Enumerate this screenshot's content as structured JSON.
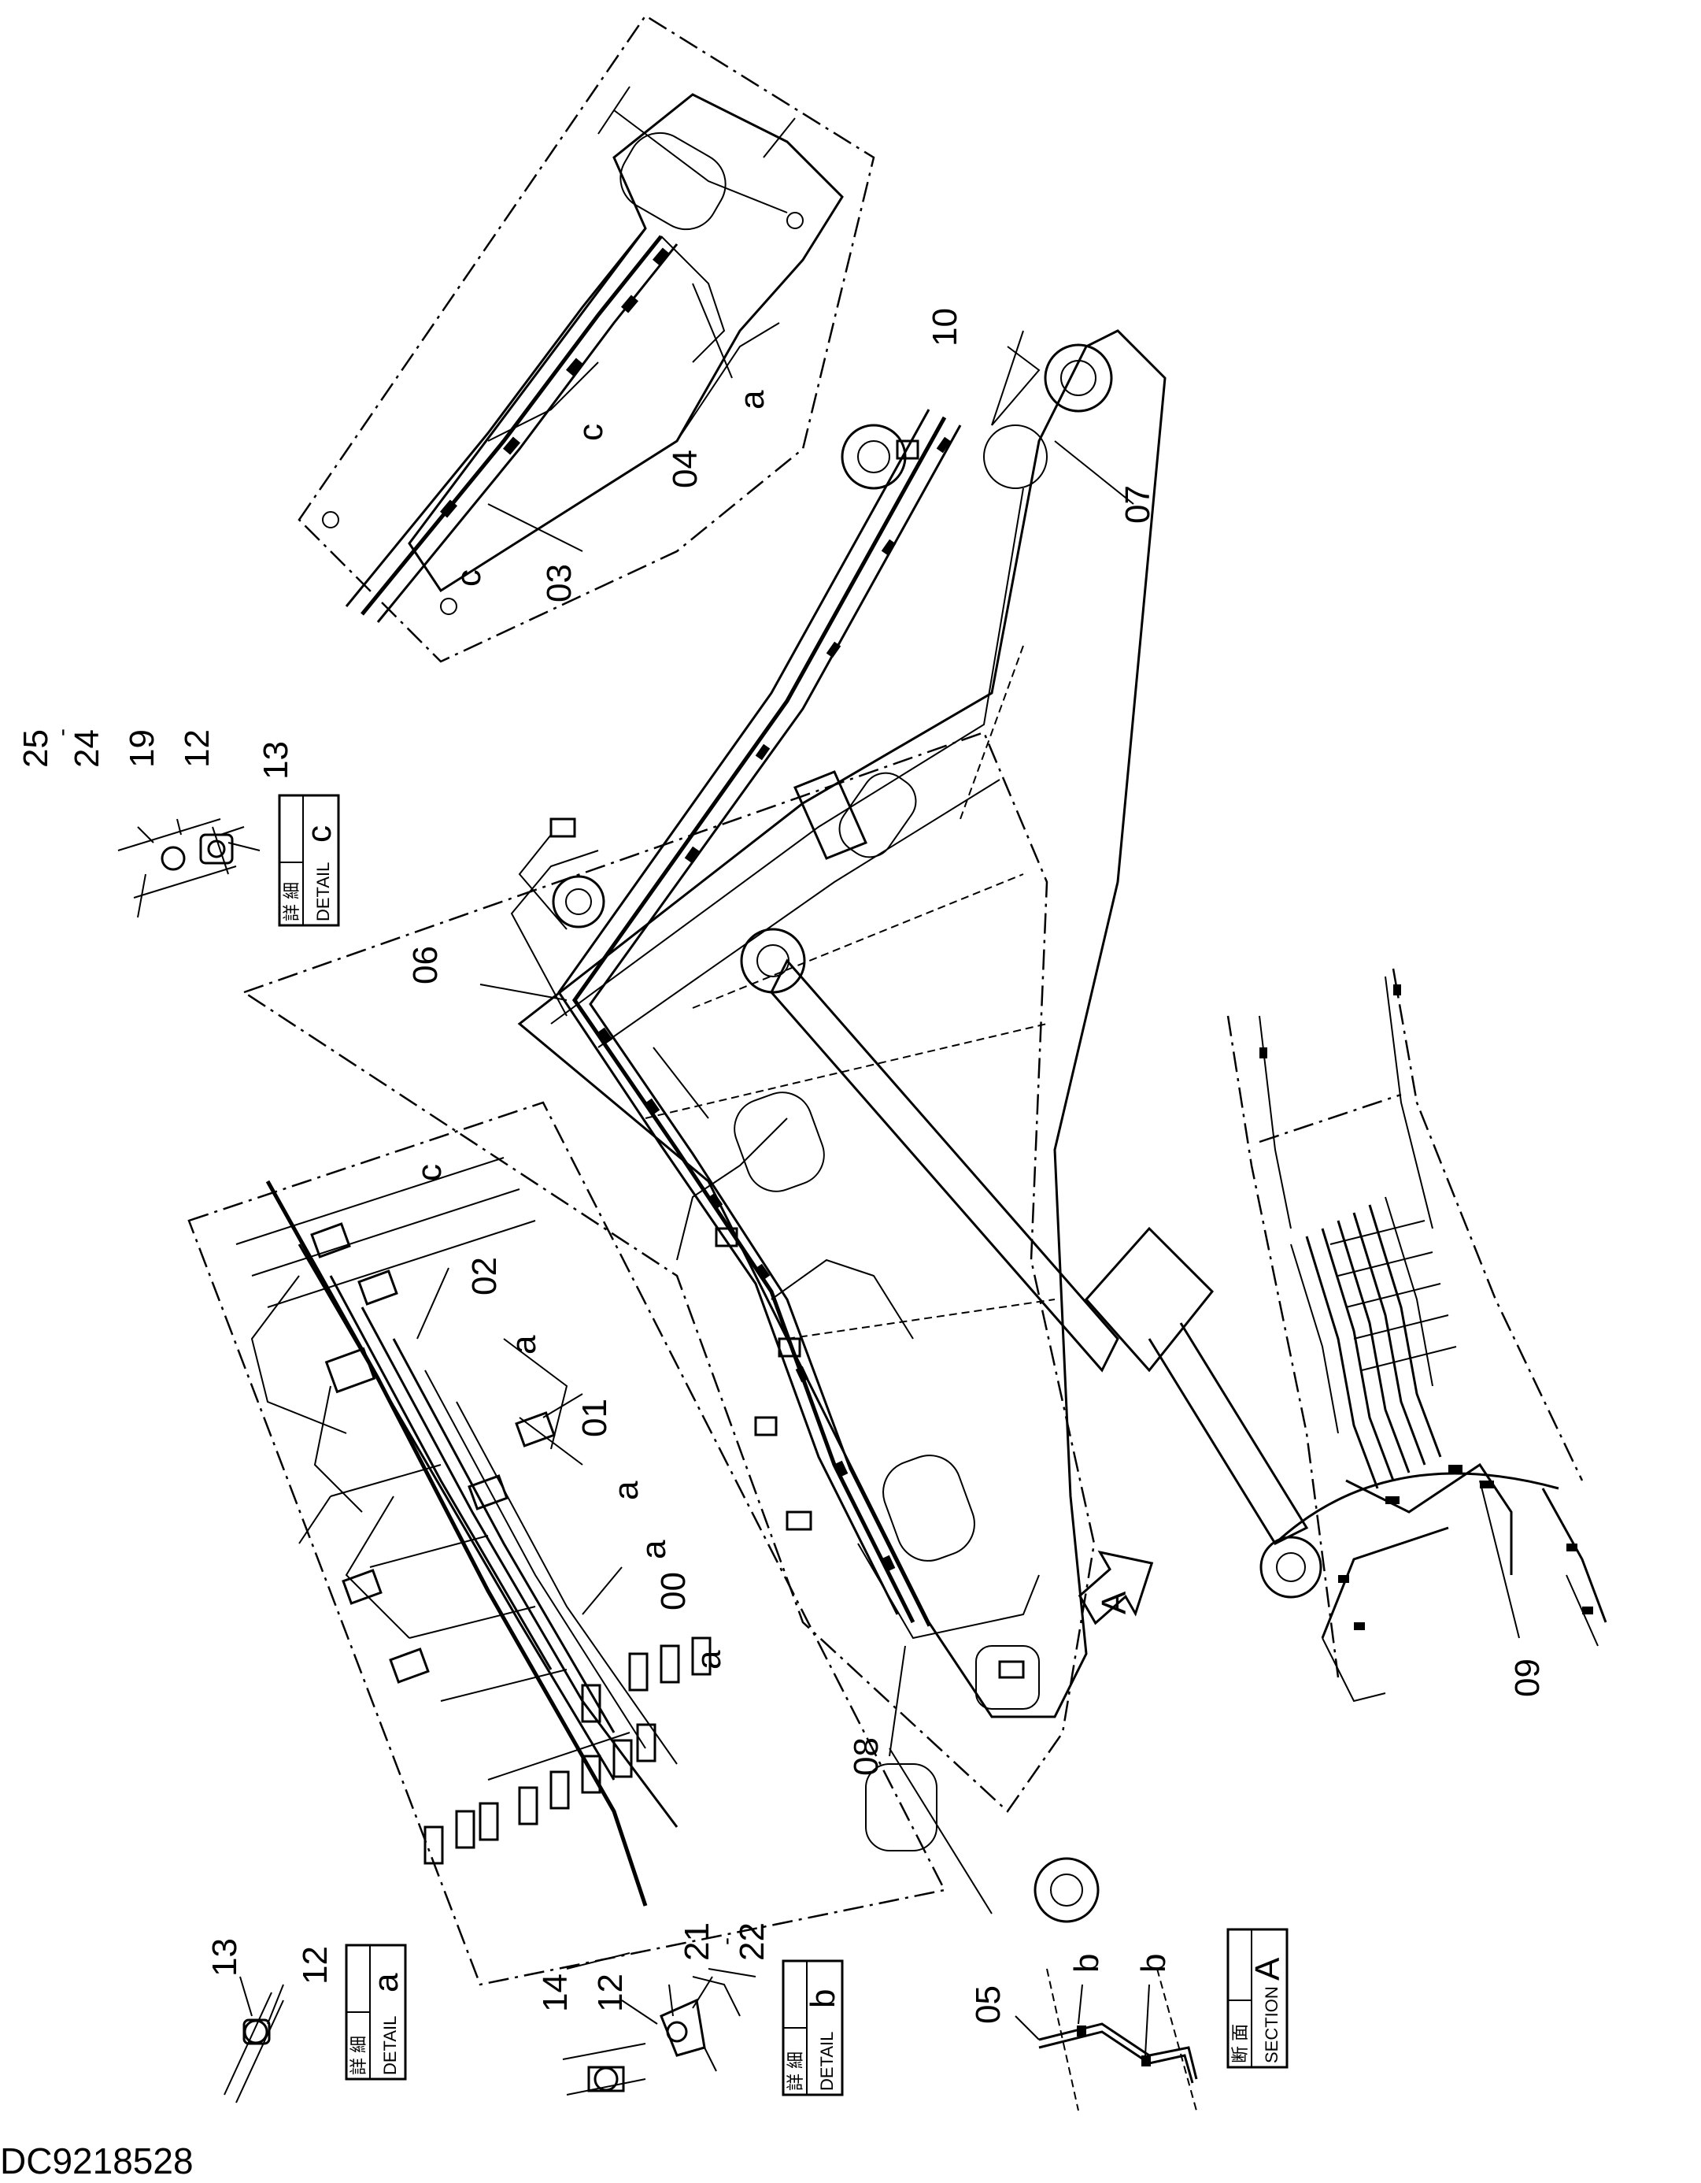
{
  "drawing_code": "DC9218528",
  "part_labels": {
    "p00": "00",
    "p01": "01",
    "p02": "02",
    "p03": "03",
    "p04": "04",
    "p05": "05",
    "p06": "06",
    "p07": "07",
    "p08": "08",
    "p09": "09",
    "p10": "10",
    "p12": "12",
    "p13": "13",
    "p14": "14",
    "p19": "19",
    "p21": "21",
    "p22": "22",
    "p24": "24",
    "p25": "25",
    "range_sep": "-"
  },
  "callouts": {
    "a": "a",
    "b": "b",
    "c": "c",
    "A": "A"
  },
  "detail_boxes": {
    "detail_c": {
      "jp": "詳 細",
      "en": "DETAIL",
      "letter": "c"
    },
    "detail_a": {
      "jp": "詳 細",
      "en": "DETAIL",
      "letter": "a"
    },
    "detail_b": {
      "jp": "詳 細",
      "en": "DETAIL",
      "letter": "b"
    },
    "section_A": {
      "jp": "断 面",
      "en": "SECTION",
      "letter": "A"
    }
  }
}
